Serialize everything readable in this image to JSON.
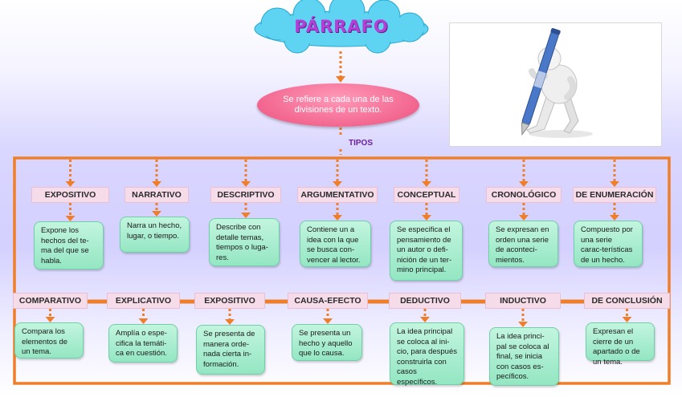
{
  "title": "PÁRRAFO",
  "definition": "Se refiere a cada una de las divisiones de un texto.",
  "tipos_label": "TIPOS",
  "row1": [
    {
      "label": "EXPOSITIVO",
      "text": "Expone los hechos del te-ma del que se habla."
    },
    {
      "label": "NARRATIVO",
      "text": "Narra un hecho, lugar, o tiempo."
    },
    {
      "label": "DESCRIPTIVO",
      "text": "Describe con detalle temas, tiempos o luga-res."
    },
    {
      "label": "ARGUMENTATIVO",
      "text": "Contiene un a idea con la que se busca con-vencer al lector."
    },
    {
      "label": "CONCEPTUAL",
      "text": "Se especifica el pensamiento de un autor o defi-nición de un ter-mino principal."
    },
    {
      "label": "CRONOLÓGICO",
      "text": "Se expresan en orden una serie de aconteci-mientos."
    },
    {
      "label": "DE ENUMERACIÓN",
      "text": "Compuesto por una serie carac-terísticas de un hecho."
    }
  ],
  "row2": [
    {
      "label": "COMPARATIVO",
      "text": "Compara los elementos de un tema."
    },
    {
      "label": "EXPLICATIVO",
      "text": "Amplía o espe-cifica la temáti-ca en cuestión."
    },
    {
      "label": "EXPOSITIVO",
      "text": "Se presenta de manera orde-nada cierta in-formación."
    },
    {
      "label": "CAUSA-EFECTO",
      "text": "Se presenta un hecho  y aquello que lo causa."
    },
    {
      "label": "DEDUCTIVO",
      "text": "La idea principal se coloca al ini-cio, para después construirla con casos específicos."
    },
    {
      "label": "INDUCTIVO",
      "text": "La idea princi-pal se coloca al final, se inicia con casos es-pecíficos."
    },
    {
      "label": "DE CONCLUSIÓN",
      "text": "Expresan el cierre de un apartado o de un tema."
    }
  ],
  "colors": {
    "connector": "#f07e28",
    "title": "#b23fd6",
    "cloud": "#5fd4f2",
    "definition": "#f2668f",
    "label_bg": "#f6dbe8",
    "box_bg": "#a8ecd0",
    "tipos": "#6a1fa0"
  },
  "illustration": "figure-with-pen-icon"
}
